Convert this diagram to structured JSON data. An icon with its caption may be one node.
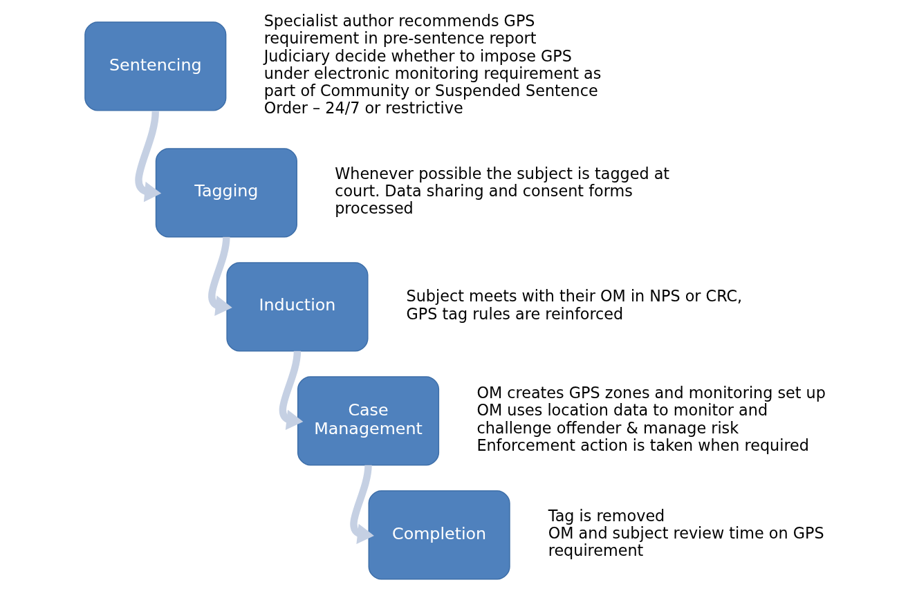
{
  "diagram": {
    "nodes": [
      {
        "text": [
          "Sentencing"
        ],
        "beside": [
          "Specialist author recommends GPS requirement in pre-sentence report",
          "Judiciary decide whether to impose GPS under electronic monitoring requirement as part of Community or Suspended Sentence Order – 24/7 or restrictive"
        ]
      },
      {
        "text": [
          "Tagging"
        ],
        "beside": [
          "Whenever possible the subject is tagged at court. Data sharing and consent forms processed"
        ]
      },
      {
        "text": [
          "Induction"
        ],
        "beside": [
          "Subject meets with their OM in NPS or CRC, GPS tag rules are reinforced"
        ]
      },
      {
        "text": [
          "Case Management"
        ],
        "beside": [
          "OM creates GPS zones and monitoring set up",
          "OM uses location data to monitor and challenge offender & manage risk",
          "Enforcement action is taken when required"
        ]
      },
      {
        "text": [
          "Completion"
        ],
        "beside": [
          "Tag is removed",
          "OM and subject review time on GPS requirement"
        ]
      }
    ],
    "edges": [
      {
        "from": 0,
        "to": 1,
        "arrow": "to"
      },
      {
        "from": 1,
        "to": 2,
        "arrow": "to"
      },
      {
        "from": 2,
        "to": 3,
        "arrow": "to"
      },
      {
        "from": 3,
        "to": 4,
        "arrow": "to"
      }
    ]
  }
}
